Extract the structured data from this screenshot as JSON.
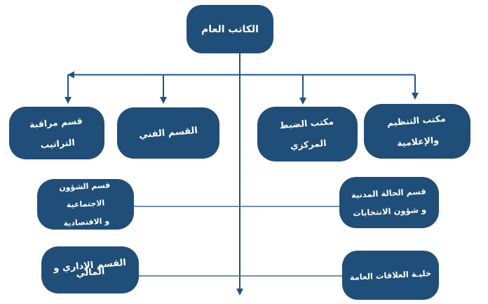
{
  "diagram": {
    "type": "org-chart",
    "direction": "rtl"
  },
  "colors": {
    "background": "#FFFFFF",
    "node_fill": "#1F4E79",
    "node_text": "#FFFFFF",
    "connector_main": "#1F5384",
    "connector_thin": "#41719C"
  },
  "nodes": {
    "secretary_general": {
      "lines": [
        "الكاتب العام"
      ]
    },
    "regulations_monitoring": {
      "lines": [
        "قسم مراقبة",
        "التراتيب"
      ]
    },
    "technical_department": {
      "lines": [
        "القسم الفني"
      ]
    },
    "central_registry_office": {
      "lines": [
        "مكتب الضبط",
        "المركزي"
      ]
    },
    "organization_informatics_office": {
      "lines": [
        "مكتب التنظيم",
        "والإعلامية"
      ]
    },
    "social_economic_affairs_department": {
      "lines": [
        "قسم الشؤون الاجتماعية",
        "و الاقتصادية"
      ]
    },
    "civil_status_elections_department": {
      "lines": [
        "قسم الحالة المدنية",
        "و شؤون الانتخابات"
      ]
    },
    "admin_financial_department": {
      "lines": [
        "القسم الإداري و",
        "المالي"
      ]
    },
    "public_relations_cell": {
      "lines": [
        "خليـة العلاقات العامة"
      ]
    }
  },
  "hierarchy": {
    "root": "secretary_general",
    "children": [
      "regulations_monitoring",
      "technical_department",
      "central_registry_office",
      "organization_informatics_office",
      "social_economic_affairs_department",
      "civil_status_elections_department",
      "admin_financial_department",
      "public_relations_cell"
    ]
  }
}
